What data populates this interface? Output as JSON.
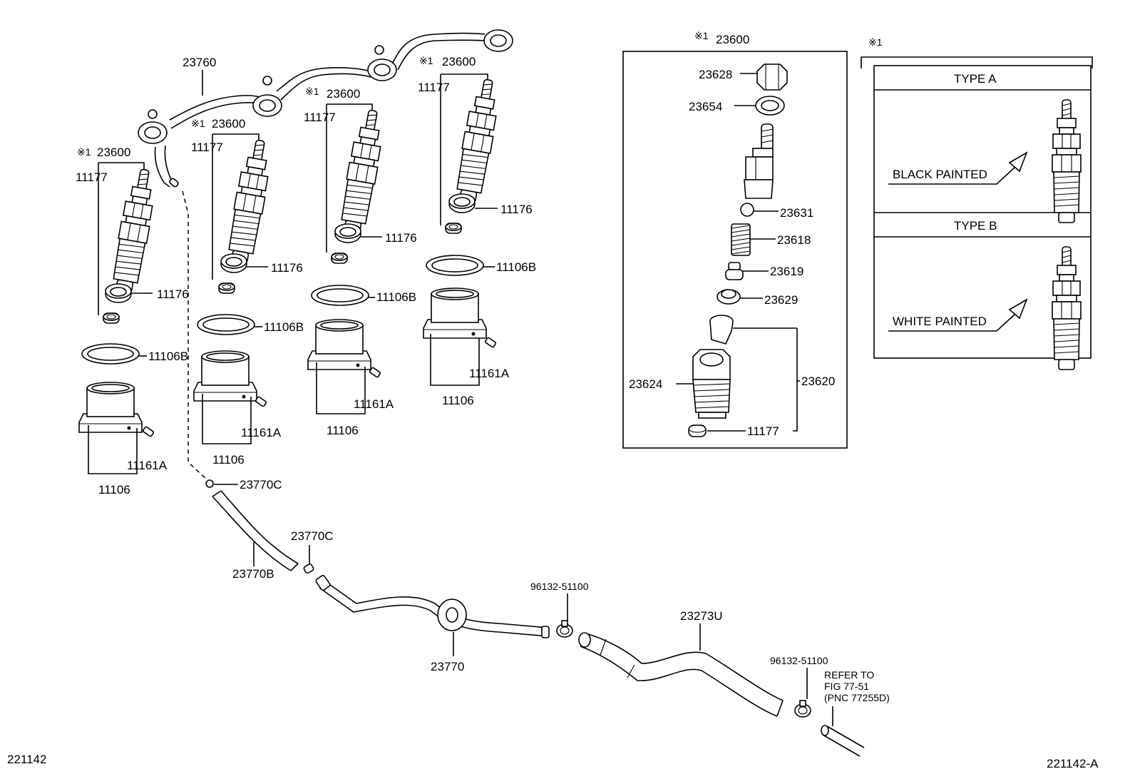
{
  "labels": {
    "pipe_main": "23760",
    "nozzle_assy": "23600",
    "note_mark": "※1",
    "gasket_11177": "11177",
    "seat_11176": "11176",
    "gasket_11106b": "11106B",
    "holder_11106": "11106",
    "pin_11161a": "11161A",
    "gasket_23770c": "23770C",
    "hose_23770b": "23770B",
    "pipe_23770": "23770",
    "clip": "96132-51100",
    "hose_23273u": "23273U",
    "p23628": "23628",
    "p23654": "23654",
    "p23631": "23631",
    "p23618": "23618",
    "p23619": "23619",
    "p23629": "23629",
    "p23620": "23620",
    "p23624": "23624",
    "type_a": "TYPE A",
    "type_b": "TYPE B",
    "black_painted": "BLACK PAINTED",
    "white_painted": "WHITE PAINTED",
    "refer_line1": "REFER TO",
    "refer_line2": "FIG 77-51",
    "refer_line3": "(PNC 77255D)",
    "fig_code_left": "221142",
    "fig_code_right": "221142-A"
  }
}
